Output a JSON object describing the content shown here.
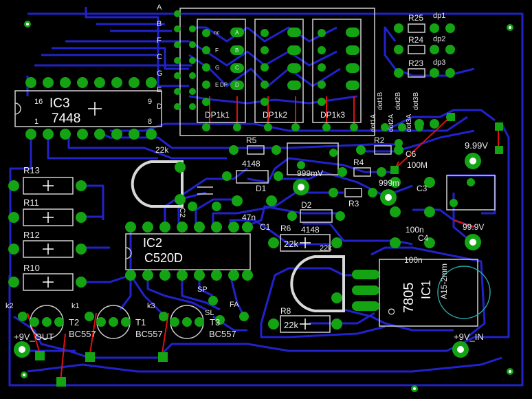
{
  "components": {
    "ic3": {
      "name": "IC3",
      "part": "7448",
      "pin16": "16",
      "pin9": "9",
      "pin1": "1",
      "pin8": "8"
    },
    "ic2": {
      "name": "IC2",
      "part": "C520D"
    },
    "ic1": {
      "name": "IC1",
      "part": "7805",
      "heatsink": "A15-2mm",
      "gnd": "O"
    },
    "displays": [
      "DP1k1",
      "DP1k2",
      "DP1k3"
    ],
    "seg_labels": [
      "A",
      "B",
      "F",
      "C",
      "G",
      "E",
      "D"
    ],
    "seg_pin_labels": [
      "nc",
      "A",
      "F",
      "B",
      "G",
      "C",
      "E",
      "DP",
      "D"
    ],
    "resistors": {
      "r13": "R13",
      "r11": "R11",
      "r12": "R12",
      "r10": "R10",
      "r5": "R5",
      "r4": "R4",
      "r3": "R3",
      "r2": "R2",
      "r6": "R6",
      "r6_val": "22k",
      "r8": "R8",
      "r8_val": "22k",
      "r25": "R25",
      "r24": "R24",
      "r23": "R23",
      "r_22k": "22k",
      "r_22k2": "22k"
    },
    "diodes": {
      "d1": "D1",
      "d1_val": "4148",
      "d2": "D2",
      "d2_val": "4148"
    },
    "caps": {
      "c1": "C1",
      "c1_val": "47n",
      "c6": "C6",
      "c6_val": "100M",
      "c4": "C4",
      "c4_val": "100n",
      "c3_val": "100n",
      "c3": "C3",
      "c2": "C2"
    },
    "transistors": [
      {
        "name": "T2",
        "part": "BC557"
      },
      {
        "name": "T1",
        "part": "BC557"
      },
      {
        "name": "T3",
        "part": "BC557"
      }
    ],
    "trim": {
      "val1": "999mV",
      "val2": "999m",
      "dot_val": "9.99V",
      "dot_val2": "99.9V"
    },
    "dp_labels": [
      "dp1",
      "dp2",
      "dp3"
    ],
    "dot_labels": [
      "dot1A",
      "dot1B",
      "dot2A",
      "dot2B",
      "dot3A",
      "dot3B"
    ],
    "misc": {
      "k1": "k1",
      "k2": "k2",
      "k3": "k3",
      "sp": "SP",
      "sl": "SL",
      "fa": "FA",
      "out": "+9V_OUT",
      "in": "+9V_IN"
    }
  }
}
